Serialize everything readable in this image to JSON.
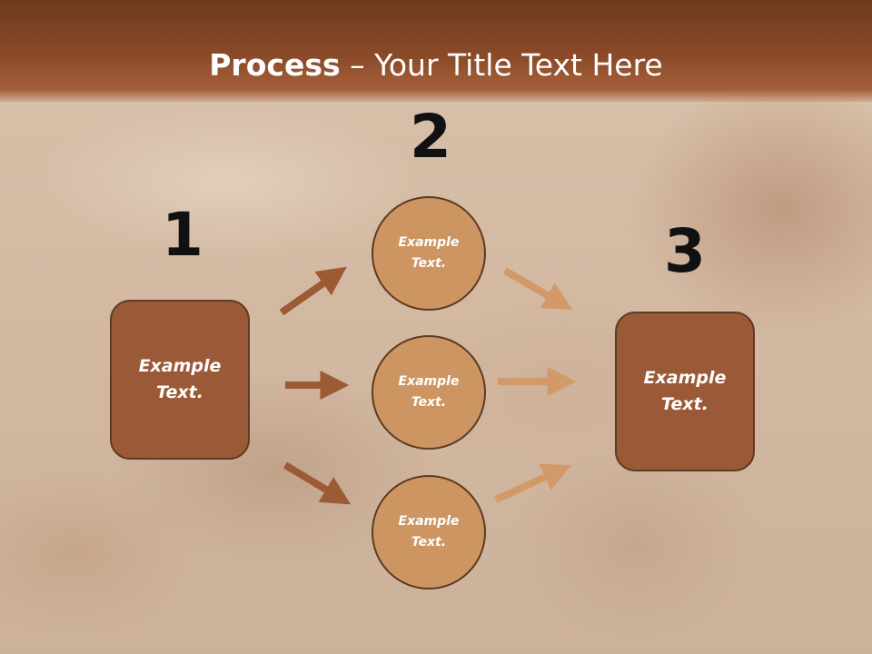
{
  "title": {
    "bold": "Process",
    "dash": " – ",
    "rest": "Your Title Text Here"
  },
  "steps": {
    "one": "1",
    "two": "2",
    "three": "3"
  },
  "left_box": {
    "line1": "Example",
    "line2": "Text."
  },
  "circles": [
    {
      "line1": "Example",
      "line2": "Text."
    },
    {
      "line1": "Example",
      "line2": "Text."
    },
    {
      "line1": "Example",
      "line2": "Text."
    }
  ],
  "right_box": {
    "line1": "Example",
    "line2": "Text."
  },
  "colors": {
    "title_bar": "#8a4a28",
    "box_fill": "#9a5a37",
    "circle_fill": "#cc9562",
    "arrow_dark": "#9c5a35",
    "arrow_light": "#d29a68"
  }
}
